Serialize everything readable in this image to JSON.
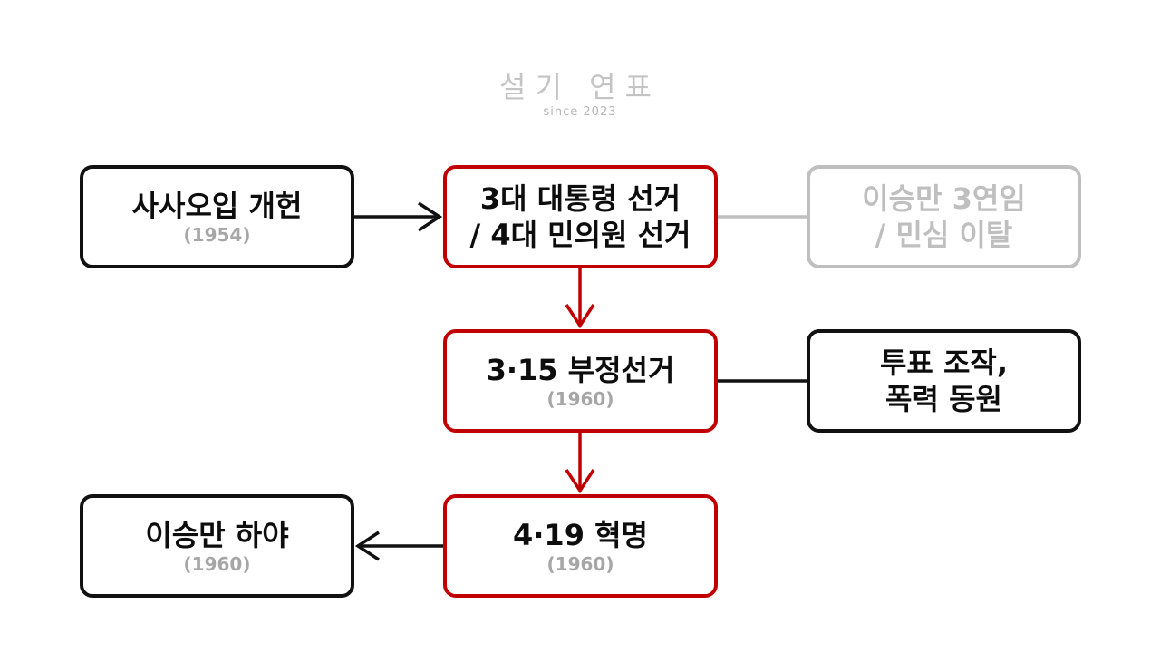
{
  "logo": {
    "title": "설기 연표",
    "subtitle": "since 2023"
  },
  "colors": {
    "black_border": "#111111",
    "red_border": "#c00000",
    "faded": "#bfbfbf",
    "year_text": "#a6a6a6"
  },
  "nodes": {
    "amendment": {
      "text": "사사오입 개헌",
      "year": "(1954)"
    },
    "election": {
      "line1": "3대 대통령 선거",
      "line2": "/ 4대 민의원 선거"
    },
    "third_term": {
      "line1": "이승만 3연임",
      "line2": "/ 민심 이탈"
    },
    "fraud": {
      "text": "3·15 부정선거",
      "year": "(1960)"
    },
    "rigging": {
      "line1": "투표 조작,",
      "line2": "폭력 동원"
    },
    "revolution": {
      "text": "4·19 혁명",
      "year": "(1960)"
    },
    "resign": {
      "text": "이승만 하야",
      "year": "(1960)"
    }
  }
}
